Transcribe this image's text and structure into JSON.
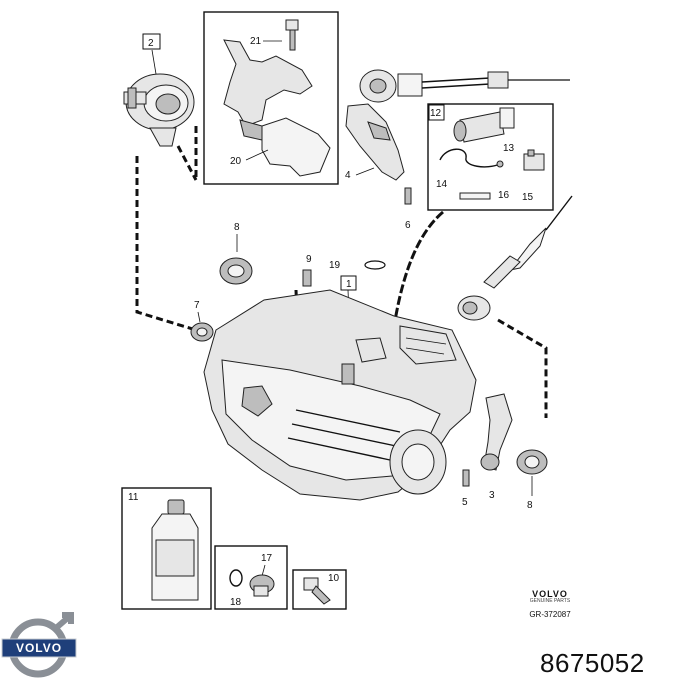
{
  "parts": {
    "p1": "1",
    "p2": "2",
    "p3": "3",
    "p4": "4",
    "p5": "5",
    "p6": "6",
    "p7": "7",
    "p8a": "8",
    "p8b": "8",
    "p9": "9",
    "p10": "10",
    "p11": "11",
    "p12": "12",
    "p13": "13",
    "p14": "14",
    "p15": "15",
    "p16": "16",
    "p17": "17",
    "p18": "18",
    "p19": "19",
    "p20": "20",
    "p21": "21"
  },
  "brand": {
    "name": "VOLVO",
    "sub": "GENUINE PARTS"
  },
  "reference": "GR-372087",
  "logo_text": "VOLVO",
  "part_number": "8675052"
}
